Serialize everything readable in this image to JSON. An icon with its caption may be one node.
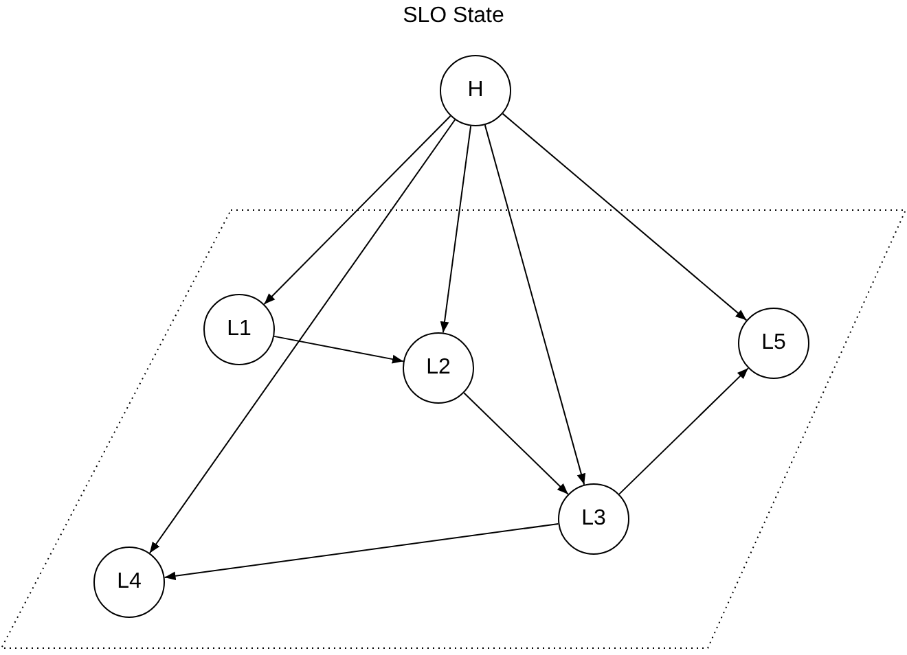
{
  "diagram": {
    "title": "SLO State",
    "nodes": [
      {
        "text": [
          "H"
        ]
      },
      {
        "text": [
          "L1"
        ]
      },
      {
        "text": [
          "L2"
        ]
      },
      {
        "text": [
          "L5"
        ]
      },
      {
        "text": [
          "L3"
        ]
      },
      {
        "text": [
          "L4"
        ]
      }
    ],
    "edges": [
      {
        "from": 0,
        "to": 1,
        "arrow": "to"
      },
      {
        "from": 0,
        "to": 5,
        "arrow": "to"
      },
      {
        "from": 0,
        "to": 2,
        "arrow": "to"
      },
      {
        "from": 0,
        "to": 4,
        "arrow": "to"
      },
      {
        "from": 0,
        "to": 3,
        "arrow": "to"
      },
      {
        "from": 1,
        "to": 2,
        "arrow": "to"
      },
      {
        "from": 2,
        "to": 4,
        "arrow": "to"
      },
      {
        "from": 4,
        "to": 3,
        "arrow": "to"
      },
      {
        "from": 4,
        "to": 5,
        "arrow": "to"
      }
    ]
  }
}
